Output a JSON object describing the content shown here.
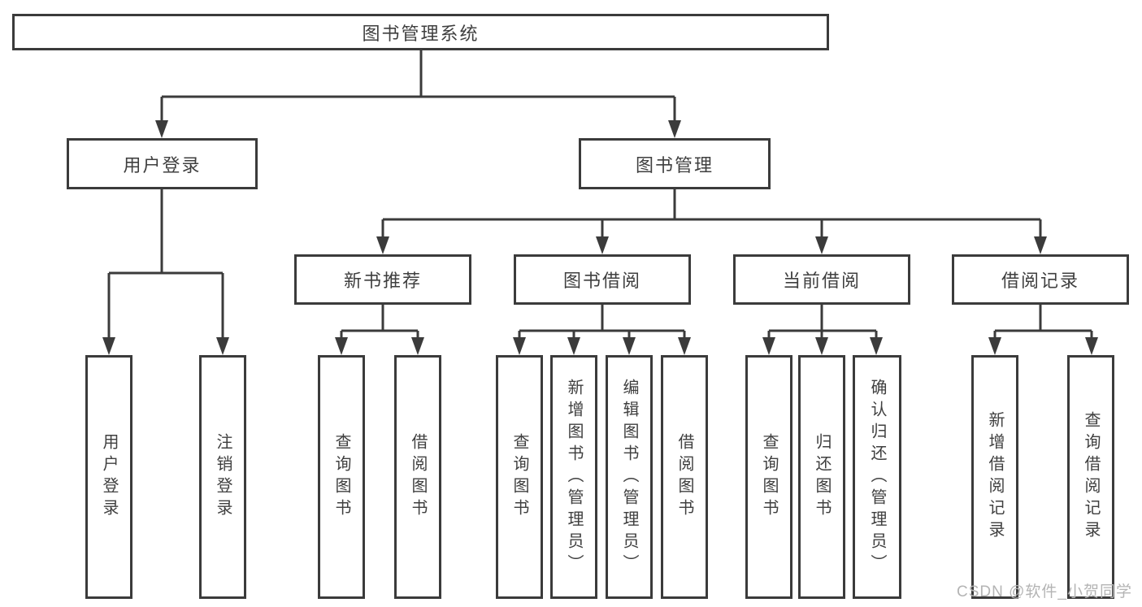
{
  "diagram": {
    "type": "hierarchy-tree",
    "tree": {
      "label": "图书管理系统",
      "children": [
        {
          "label": "用户登录",
          "children": [
            {
              "label": "用户登录"
            },
            {
              "label": "注销登录"
            }
          ]
        },
        {
          "label": "图书管理",
          "children": [
            {
              "label": "新书推荐",
              "children": [
                {
                  "label": "查询图书"
                },
                {
                  "label": "借阅图书"
                }
              ]
            },
            {
              "label": "图书借阅",
              "children": [
                {
                  "label": "查询图书"
                },
                {
                  "label": "新增图书（管理员）"
                },
                {
                  "label": "编辑图书（管理员）"
                },
                {
                  "label": "借阅图书"
                }
              ]
            },
            {
              "label": "当前借阅",
              "children": [
                {
                  "label": "查询图书"
                },
                {
                  "label": "归还图书"
                },
                {
                  "label": "确认归还（管理员）"
                }
              ]
            },
            {
              "label": "借阅记录",
              "children": [
                {
                  "label": "新增借阅记录"
                },
                {
                  "label": "查询借阅记录"
                }
              ]
            }
          ]
        }
      ]
    },
    "colors": {
      "line": "#3b3b3b",
      "box_border": "#3b3b3b",
      "box_fill": "#ffffff",
      "text": "#3f3f3f",
      "background": "#ffffff",
      "watermark": "#b4b4b4"
    }
  },
  "watermark": "CSDN @软件_小贺同学"
}
